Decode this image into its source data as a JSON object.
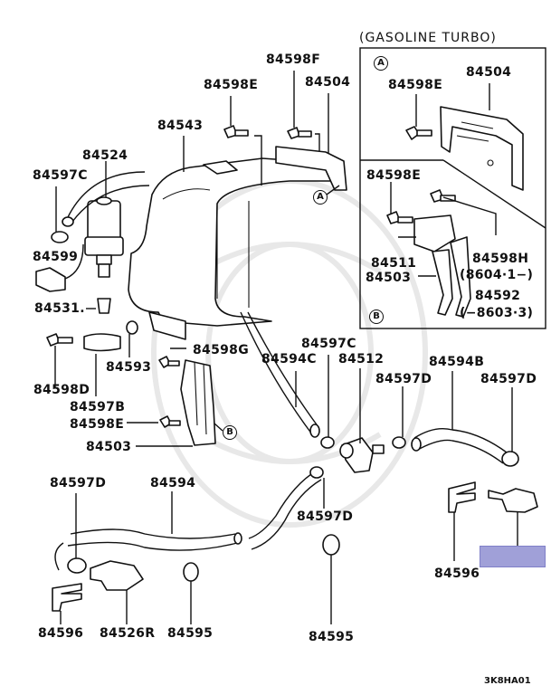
{
  "diagram": {
    "title_note": "(GASOLINE TURBO)",
    "figure_code": "3K8HA01",
    "markers": {
      "a": "A",
      "b": "B"
    },
    "inset": {
      "section_a": {
        "marker": "A",
        "labels": {
          "bracket": "84504",
          "bolt": "84598E"
        }
      },
      "section_b": {
        "marker": "B",
        "labels": {
          "bolt_e": "84598E",
          "bolt_h": "84598H",
          "bolt_h_note": "(8604·1−)",
          "clamp": "84511",
          "bracket": "84503",
          "bracket_alt": "84592",
          "bracket_alt_note": "(−8603·3)"
        }
      }
    },
    "parts": {
      "tank": "84543",
      "pump": "84524",
      "clamp_top_left": "84597C",
      "connector": "84599",
      "grommet_pump": "84531.",
      "bolt_f": "84598F",
      "bolt_e_top": "84598E",
      "bracket_top": "84504",
      "bolt_d": "84598D",
      "band": "84597B",
      "grommet_small": "84593",
      "bolt_g": "84598G",
      "bolt_e_mid": "84598E",
      "bracket_mid": "84503",
      "hose_c": "84594C",
      "clamp_c_mid": "84597C",
      "joint": "84512",
      "clamp_d_mid": "84597D",
      "hose_b": "84594B",
      "clamp_d_right": "84597D",
      "clamp_d_left": "84597D",
      "hose_main": "84594",
      "clamp_d_lower": "84597D",
      "clip_left": "84596",
      "nozzle_r": "84526R",
      "grommet_left": "84595",
      "grommet_right": "84595",
      "clip_right": "84596",
      "nozzle_l_highlighted": ""
    },
    "highlight_color": "#a0a0d8"
  }
}
